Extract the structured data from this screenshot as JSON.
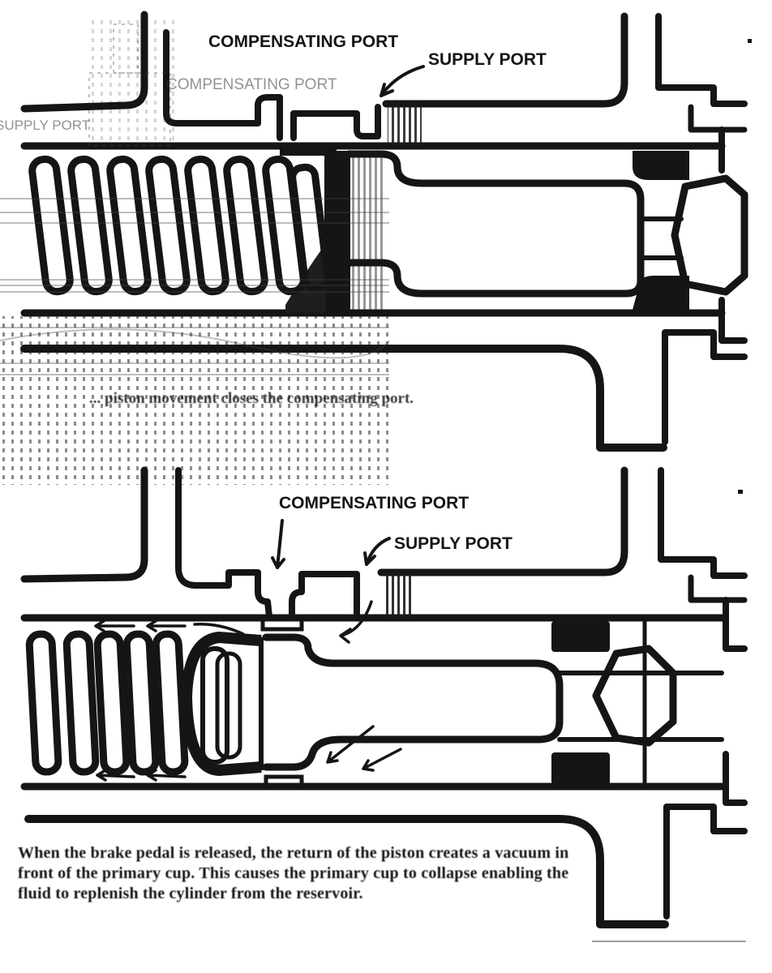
{
  "labels": {
    "top_compensating_port": "COMPENSATING PORT",
    "top_supply_port": "SUPPLY PORT",
    "ghost_compensating_port": "COMPENSATING PORT",
    "ghost_supply_port": "SUPPLY PORT",
    "bottom_compensating_port": "COMPENSATING PORT",
    "bottom_supply_port": "SUPPLY PORT"
  },
  "captions": {
    "top": "... piston movement closes the compensating port.",
    "bottom": "When the brake pedal is released, the return of the piston creates a vacuum in front of the primary cup. This causes the primary cup to collapse enabling the fluid to replenish the cylinder from the reservoir."
  },
  "colors": {
    "ink": "#151515",
    "paper": "#ffffff",
    "hatch": "#6a6a6a"
  }
}
